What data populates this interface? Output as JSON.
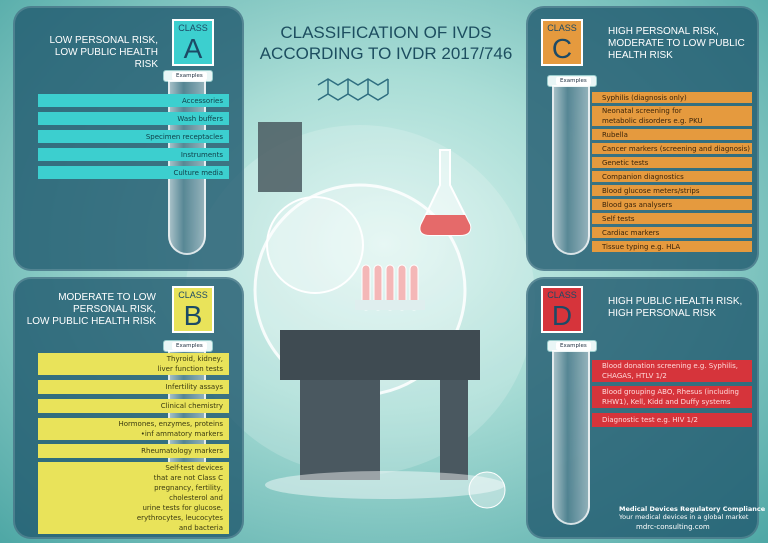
{
  "title_line1": "CLASSIFICATION OF IVDS",
  "title_line2": "ACCORDING TO IVDR 2017/746",
  "class_label": "CLASS",
  "examples_label": "Examples",
  "colors": {
    "class_a": "#3ccfcf",
    "class_b": "#e9e35a",
    "class_c": "#e59a3e",
    "class_d": "#d6343b",
    "panel": "#225c70"
  },
  "panels": {
    "a": {
      "letter": "A",
      "risk_line1": "LOW PERSONAL RISK,",
      "risk_line2": "LOW PUBLIC HEALTH RISK",
      "examples": [
        "Accessories",
        "Wash buffers",
        "Specimen receptacles",
        "Instruments",
        "Culture media"
      ]
    },
    "b": {
      "letter": "B",
      "risk_line1": "MODERATE TO LOW",
      "risk_line2": "PERSONAL RISK,",
      "risk_line3": "LOW PUBLIC HEALTH RISK",
      "examples": [
        "Thyroid, kidney,\nliver function tests",
        "Infertility assays",
        "Clinical chemistry",
        "Hormones, enzymes, proteins\n•inf ammatory markers",
        "Rheumatology markers",
        "Self-test devices\nthat are not Class C\npregnancy, fertility,\ncholesterol  and\nurine tests for glucose,\nerythrocytes, leucocytes\nand bacteria"
      ]
    },
    "c": {
      "letter": "C",
      "risk_line1": "HIGH PERSONAL RISK,",
      "risk_line2": "MODERATE TO LOW PUBLIC",
      "risk_line3": "HEALTH RISK",
      "examples": [
        "Syphilis (diagnosis only)",
        "Neonatal screening for\nmetabolic disorders e.g. PKU",
        "Rubella",
        "Cancer markers (screening and diagnosis)",
        "Genetic tests",
        "Companion diagnostics",
        "Blood glucose meters/strips",
        "Blood gas analysers",
        "Self tests",
        "Cardiac markers",
        "Tissue typing e.g. HLA"
      ]
    },
    "d": {
      "letter": "D",
      "risk_line1": "HIGH PUBLIC HEALTH RISK,",
      "risk_line2": "HIGH PERSONAL RISK",
      "examples": [
        "Blood donation screening e.g. Syphilis,\nCHAGAS, HTLV 1/2",
        "Blood grouping ABO, Rhesus (including\nRHW1), Kell, Kidd and Duffy systems",
        "Diagnostic test e.g. HIV 1/2"
      ]
    }
  },
  "footer": {
    "brand": "Medical Devices Regulatory Compliance",
    "tagline": "Your medical devices in a global market",
    "url": "mdrc-consulting.com"
  }
}
